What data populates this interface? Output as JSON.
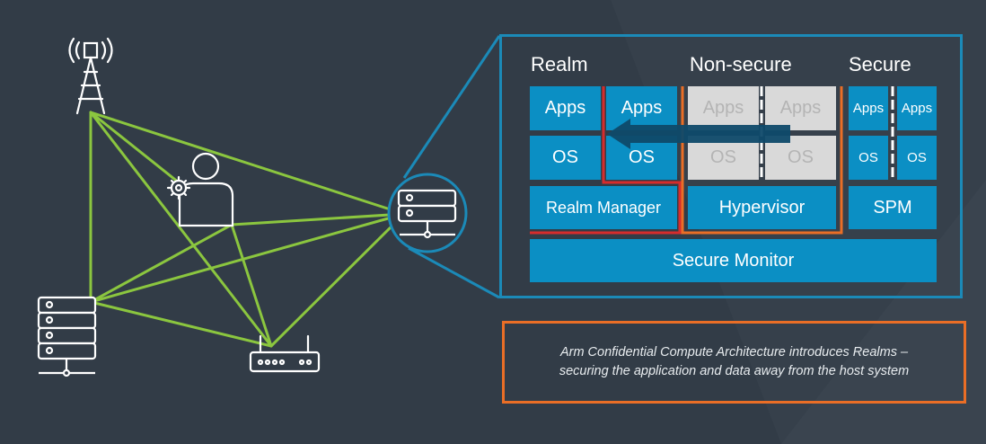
{
  "colors": {
    "background": "#323c47",
    "link_line": "#8bc63f",
    "panel_border": "#1b8ab8",
    "block_blue": "#0b8fc4",
    "block_grey": "#d9d9d9",
    "realm_line": "#d62c2c",
    "boundary_orange": "#ea6e26"
  },
  "network": {
    "nodes": [
      "cell-tower-icon",
      "user-gear-icon",
      "server-rack-icon",
      "router-icon",
      "server-icon"
    ]
  },
  "diagram": {
    "headers": {
      "realm": "Realm",
      "nonsecure": "Non-secure",
      "secure": "Secure"
    },
    "realm": {
      "apps1": "Apps",
      "apps2": "Apps",
      "os1": "OS",
      "os2": "OS",
      "manager": "Realm Manager"
    },
    "nonsecure": {
      "apps1": "Apps",
      "apps2": "Apps",
      "os1": "OS",
      "os2": "OS",
      "hypervisor": "Hypervisor"
    },
    "secure": {
      "apps1": "Apps",
      "apps2": "Apps",
      "os1": "OS",
      "os2": "OS",
      "spm": "SPM"
    },
    "monitor": "Secure Monitor"
  },
  "info": {
    "line1": "Arm Confidential Compute Architecture introduces Realms –",
    "line2": "securing the application and data away from the host system"
  }
}
